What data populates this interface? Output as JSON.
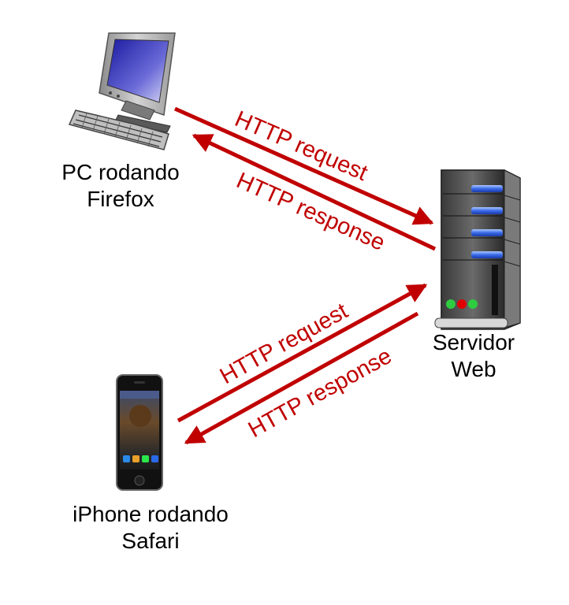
{
  "colors": {
    "arrow": "#c00000",
    "label": "#000000",
    "background": "#ffffff"
  },
  "pc": {
    "icon": "desktop-computer-icon",
    "label_line1": "PC rodando",
    "label_line2": "Firefox"
  },
  "server": {
    "icon": "server-tower-icon",
    "label_line1": "Servidor",
    "label_line2": "Web"
  },
  "iphone": {
    "icon": "smartphone-icon",
    "label_line1": "iPhone rodando",
    "label_line2": "Safari"
  },
  "arrows": {
    "pc_request": "HTTP request",
    "pc_response": "HTTP response",
    "iphone_request": "HTTP request",
    "iphone_response": "HTTP response"
  }
}
